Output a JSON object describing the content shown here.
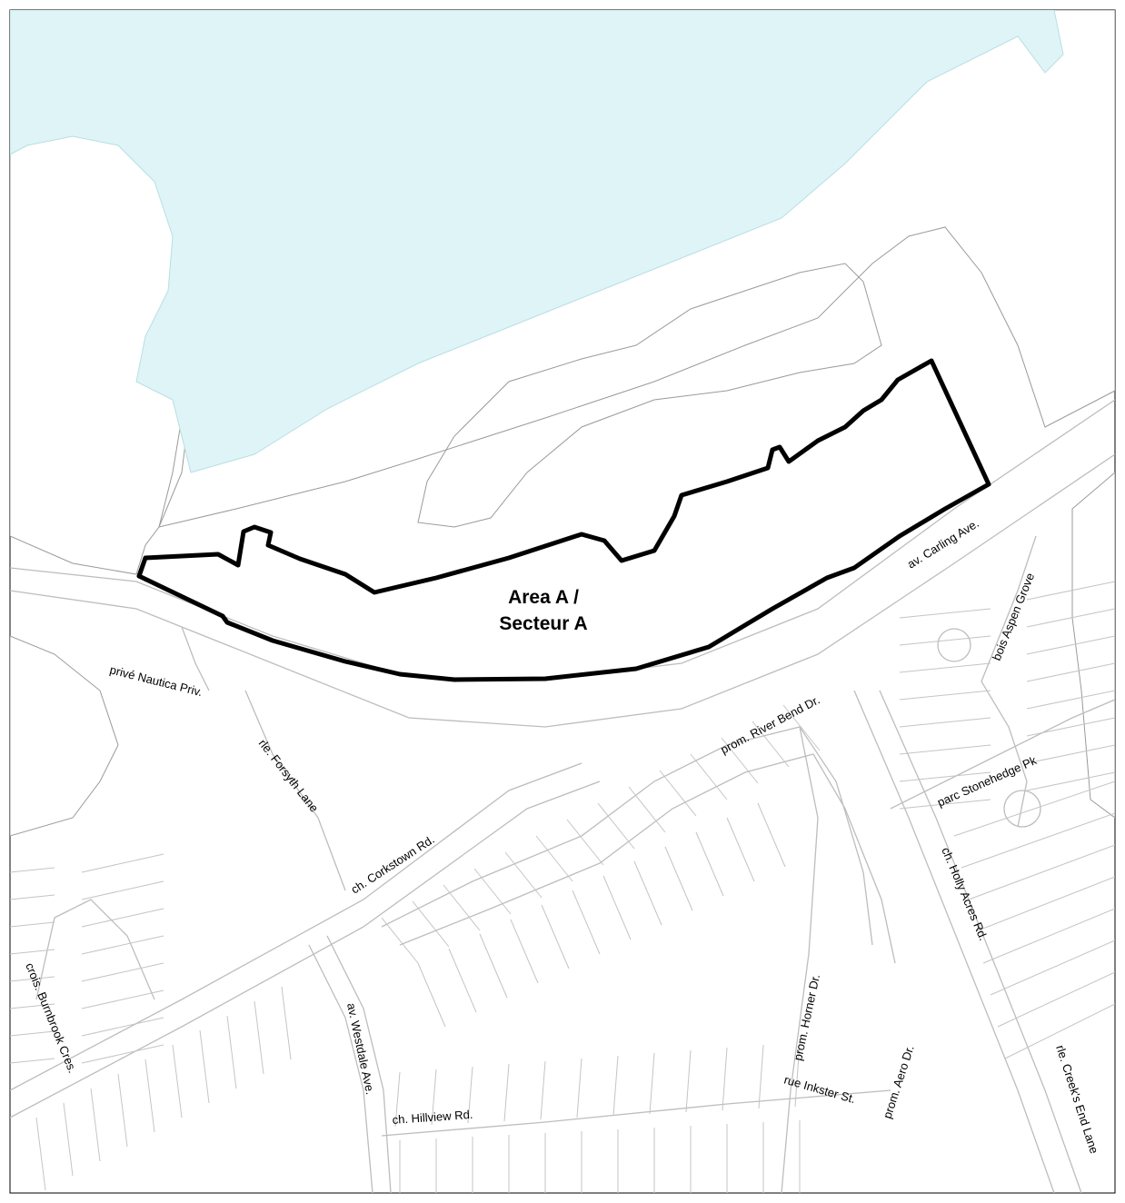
{
  "map": {
    "colors": {
      "water": "#dff4f6",
      "hatch": "#7d7d7d",
      "boundary": "#000000",
      "road_line": "#bdbdbd"
    },
    "area_label": {
      "line1": "Area A /",
      "line2": "Secteur A"
    },
    "streets": {
      "carling": "av. Carling Ave.",
      "aspen": "bois Aspen Grove",
      "nautica": "privé Nautica Priv.",
      "forsyth": "rle. Forsyth Lane",
      "river_bend": "prom. River Bend Dr.",
      "stonehedge": "parc Stonehedge Pk",
      "corkstown": "ch. Corkstown Rd.",
      "holly_acres": "ch. Holly Acres Rd.",
      "burnbrook": "crois. Burnbrook Cres.",
      "westdale": "av. Westdale Ave.",
      "horner": "prom. Horner Dr.",
      "hillview": "ch. Hillview Rd.",
      "inkster": "rue Inkster St.",
      "aero": "prom. Aero Dr.",
      "creeks_end": "rle. Creek's End Lane"
    }
  }
}
